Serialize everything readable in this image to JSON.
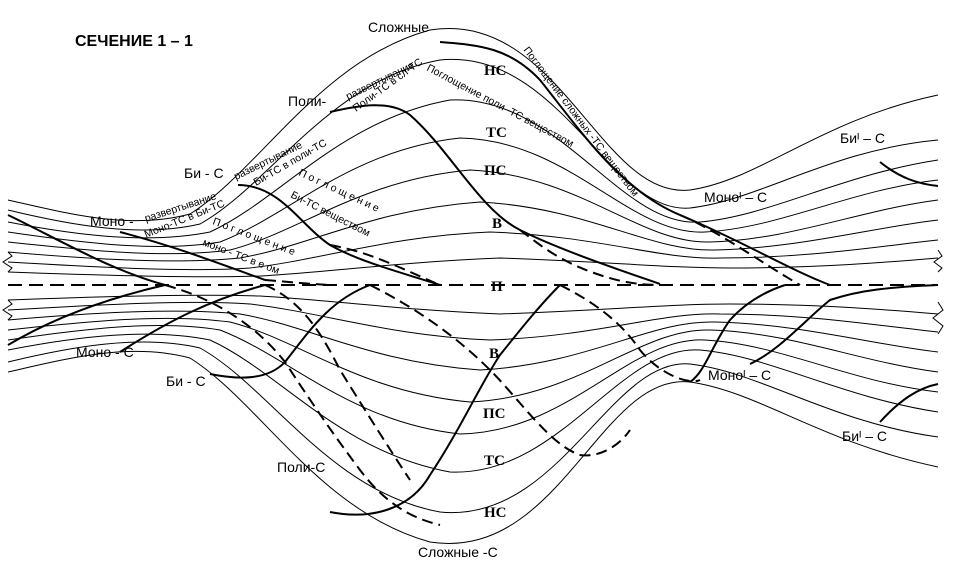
{
  "title": "СЕЧЕНИЕ 1 – 1",
  "labels": {
    "complex_top": "Сложные",
    "complex_bottom": "Сложные -С",
    "poly_top": "Поли-",
    "poly_bottom": "Поли-С",
    "bi_top": "Би - С",
    "bi_bottom": "Би - С",
    "mono_top": "Моно -",
    "mono_bottom": "Моно - С",
    "mono_prime_top": "Моноᴵ – С",
    "mono_prime_bottom": "Моноᴵ – С",
    "bi_prime_top": "Биᴵ – С",
    "bi_prime_bottom": "Биᴵ – С"
  },
  "layers_top": [
    "НС",
    "ТС",
    "ПС",
    "В"
  ],
  "layers_bottom": [
    "В",
    "ПС",
    "ТС",
    "НС"
  ],
  "center_label": "П",
  "slanted": {
    "unfold_mono": "развертывание",
    "unfold_bi": "развертывание",
    "unfold_poly": "развертывание",
    "mono_to_bi": "Моно-ТС в Би-ТС",
    "bi_to_poly": "Би-ТС в поли-ТС",
    "poly_to_complex": "Поли-ТС в сл-ТС",
    "absorb_complex": "Поглощение сложных -ТС веществом",
    "absorb_poly": "Поглощение поли -ТС веществом",
    "absorb_bi_1": "П о г л о щ е н и е",
    "absorb_bi_2": "Би-ТС веществом",
    "absorb_mono_1": "П о г л о щ е н и е",
    "absorb_mono_2": "моно - ТС в е ом"
  }
}
